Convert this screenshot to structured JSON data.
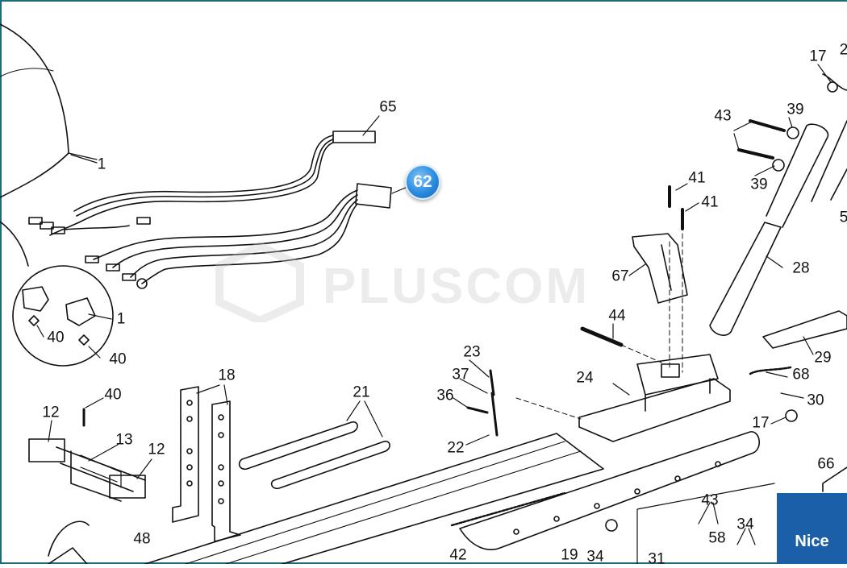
{
  "diagram": {
    "highlight_label": "62",
    "watermark_text": "PLUSCOM",
    "brand_text": "Nice",
    "accent_color": "#2b8be0",
    "brand_color": "#1a5fa8",
    "labels": [
      "65",
      "1",
      "1",
      "40",
      "40",
      "12",
      "13",
      "12",
      "40",
      "48",
      "18",
      "21",
      "23",
      "37",
      "36",
      "22",
      "42",
      "19",
      "34",
      "43",
      "39",
      "39",
      "41",
      "41",
      "67",
      "44",
      "24",
      "68",
      "30",
      "17",
      "17",
      "28",
      "29",
      "66",
      "43",
      "34",
      "58",
      "31",
      "2",
      "5"
    ]
  }
}
